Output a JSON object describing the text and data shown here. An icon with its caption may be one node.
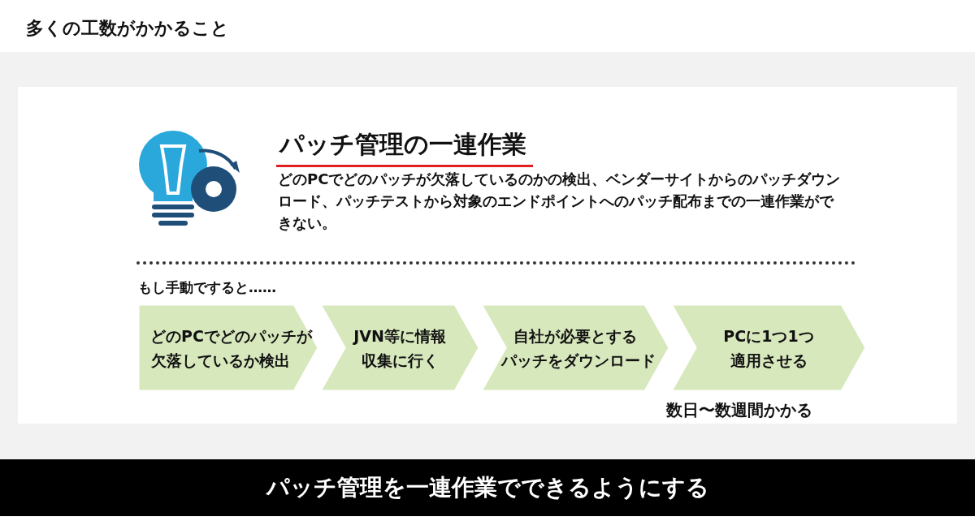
{
  "diagram": {
    "title": "多くの工数がかかること",
    "nodes": [
      {
        "text": [
          "どのPCでどのパッチが欠落しているか検出"
        ]
      },
      {
        "text": [
          "JVN等に情報収集に行く"
        ]
      },
      {
        "text": [
          "自社が必要とするパッチをダウンロード"
        ]
      },
      {
        "text": [
          "PCに1つ1つ適用させる"
        ]
      },
      {
        "text": [
          "パッチ管理を一連作業でできるようにする"
        ]
      }
    ],
    "labels": [
      "パッチ管理の一連作業",
      "どのPCでどのパッチが欠落しているのかの検出、ベンダーサイトからのパッチダウンロード、パッチテストから対象のエンドポイントへのパッチ配布までの一連作業ができない。",
      "もし手動ですると……",
      "数日〜数週間かかる"
    ]
  }
}
